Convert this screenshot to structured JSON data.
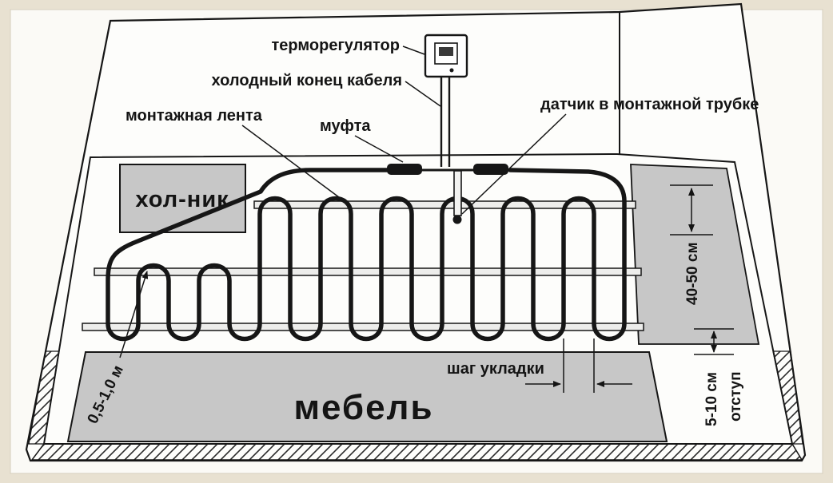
{
  "colors": {
    "background": "#e8e1d1",
    "paper": "#fbfaf6",
    "wall_white": "#fdfdfb",
    "area_gray": "#c7c7c7",
    "tape_gray": "#ededeb",
    "cable_black": "#161616"
  },
  "labels": {
    "thermostat": "терморегулятор",
    "cold_end": "холодный конец кабеля",
    "mounting_tape": "монтажная лента",
    "coupling": "муфта",
    "sensor": "датчик в монтажной трубке"
  },
  "areas": {
    "fridge": "хол-ник",
    "furniture": "мебель"
  },
  "dimensions": {
    "laying_step": "шаг укладки",
    "row_spacing": "40-50 см",
    "wall_offset": "0,5-1,0 м",
    "edge_gap": "5-10 см",
    "edge_gap_note": "отступ"
  }
}
